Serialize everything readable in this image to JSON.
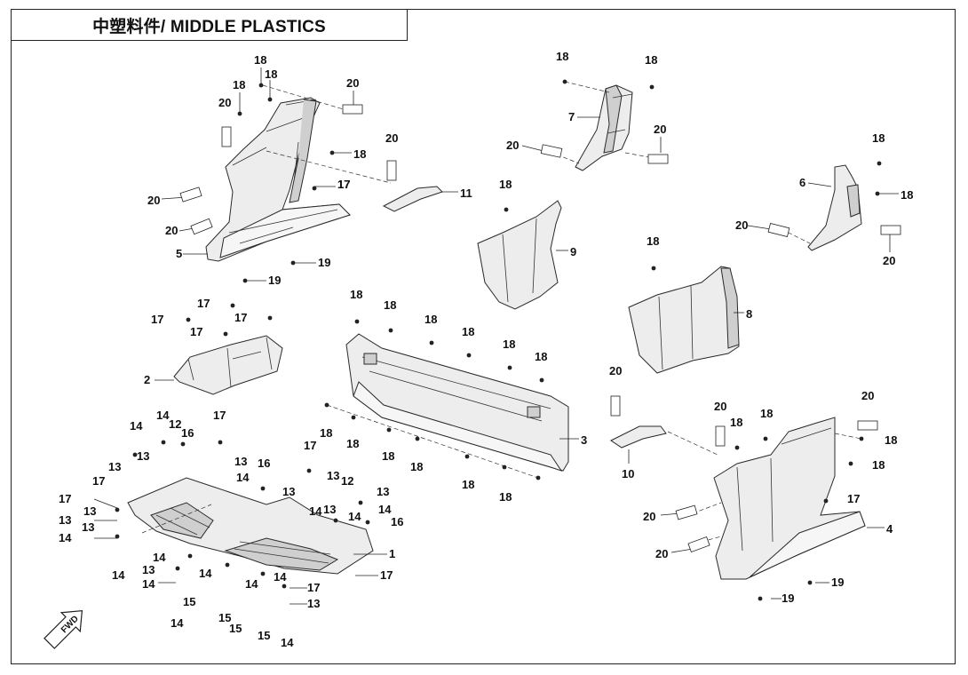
{
  "title": "中塑料件/ MIDDLE PLASTICS",
  "fwd_label": "FWD",
  "colors": {
    "line": "#222222",
    "fill": "#ededed",
    "background": "#ffffff"
  },
  "icons": [
    "fwd-arrow-icon"
  ],
  "parts": [
    {
      "id": "part-1",
      "label": "1"
    },
    {
      "id": "part-2",
      "label": "2"
    },
    {
      "id": "part-3",
      "label": "3"
    },
    {
      "id": "part-4",
      "label": "4"
    },
    {
      "id": "part-5",
      "label": "5"
    },
    {
      "id": "part-6",
      "label": "6"
    },
    {
      "id": "part-7",
      "label": "7"
    },
    {
      "id": "part-8",
      "label": "8"
    },
    {
      "id": "part-9",
      "label": "9"
    },
    {
      "id": "part-10",
      "label": "10"
    },
    {
      "id": "part-11",
      "label": "11"
    },
    {
      "id": "part-12",
      "label": "12"
    },
    {
      "id": "part-13",
      "label": "13"
    },
    {
      "id": "part-14",
      "label": "14"
    },
    {
      "id": "part-15",
      "label": "15"
    },
    {
      "id": "part-16",
      "label": "16"
    },
    {
      "id": "part-17",
      "label": "17"
    },
    {
      "id": "part-18",
      "label": "18"
    },
    {
      "id": "part-19",
      "label": "19"
    },
    {
      "id": "part-20",
      "label": "20"
    }
  ],
  "callouts": [
    "18",
    "18",
    "18",
    "20",
    "20",
    "20",
    "20",
    "5",
    "17",
    "19",
    "19",
    "18",
    "20",
    "11",
    "18",
    "18",
    "7",
    "20",
    "20",
    "18",
    "6",
    "18",
    "20",
    "20",
    "18",
    "9",
    "18",
    "8",
    "17",
    "17",
    "17",
    "17",
    "17",
    "2",
    "18",
    "18",
    "18",
    "18",
    "18",
    "18",
    "18",
    "18",
    "18",
    "18",
    "18",
    "18",
    "3",
    "20",
    "10",
    "20",
    "18",
    "18",
    "20",
    "18",
    "18",
    "17",
    "20",
    "20",
    "4",
    "19",
    "19",
    "14",
    "14",
    "12",
    "16",
    "13",
    "13",
    "17",
    "17",
    "13",
    "13",
    "13",
    "14",
    "16",
    "14",
    "13",
    "12",
    "13",
    "13",
    "17",
    "14",
    "14",
    "17",
    "13",
    "13",
    "14",
    "16",
    "1",
    "14",
    "14",
    "17",
    "14",
    "14",
    "14",
    "17",
    "13",
    "15",
    "15",
    "15",
    "14",
    "14",
    "15",
    "13",
    "14"
  ]
}
